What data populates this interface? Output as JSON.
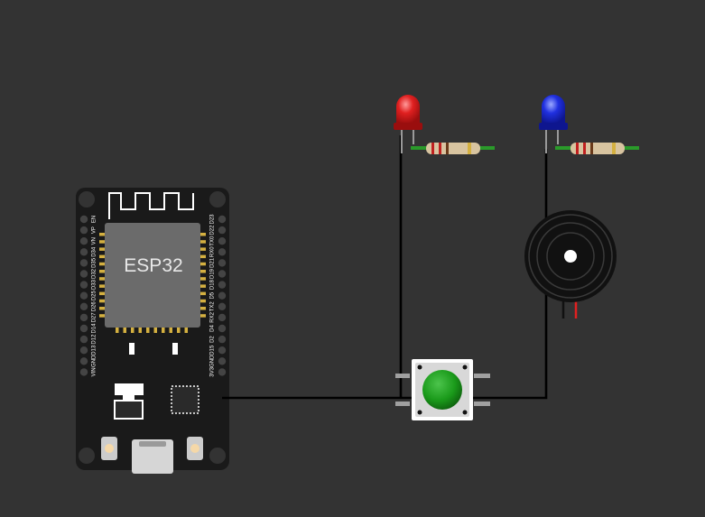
{
  "board": {
    "chip_label": "ESP32",
    "left_pins": [
      "EN",
      "VP",
      "VN",
      "D34",
      "D35",
      "D32",
      "D33",
      "D25",
      "D26",
      "D27",
      "D14",
      "D12",
      "D13",
      "GND",
      "VIN"
    ],
    "right_pins": [
      "D23",
      "D22",
      "TX0",
      "RX0",
      "D21",
      "D19",
      "D18",
      "D5",
      "TX2",
      "RX2",
      "D4",
      "D2",
      "D15",
      "GND",
      "3V3"
    ]
  },
  "components": {
    "led_1_color": "#e02020",
    "led_2_color": "#2030e0",
    "button_color": "#1a9a1a",
    "resistor_body": "#d8c4a0",
    "wire_color": "#000000",
    "buzzer_wire_red": "#e02020",
    "buzzer_wire_black": "#000000"
  }
}
